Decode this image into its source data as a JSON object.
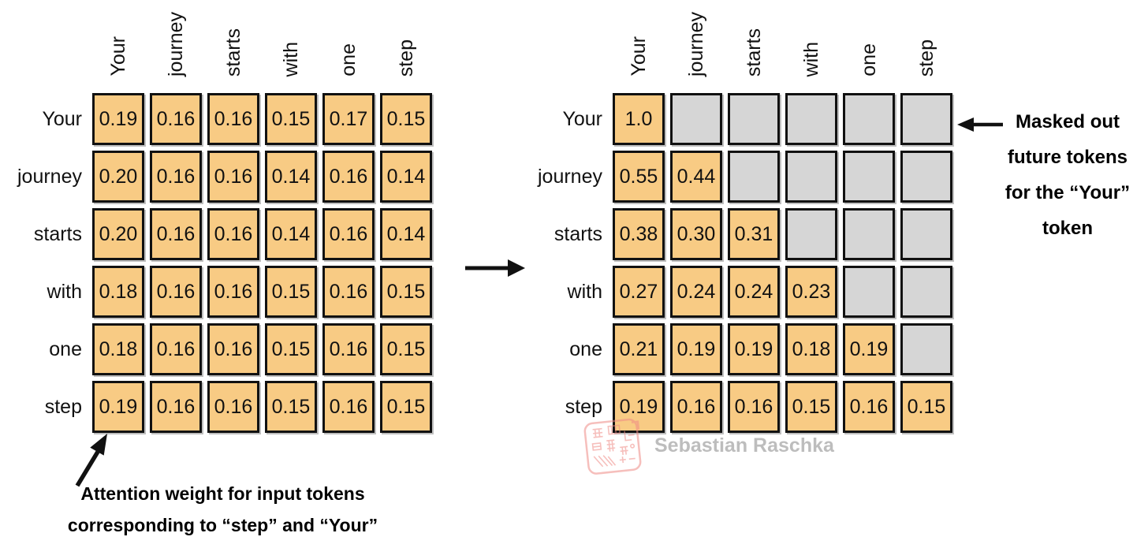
{
  "figure": {
    "tokens": [
      "Your",
      "journey",
      "starts",
      "with",
      "one",
      "step"
    ],
    "left_matrix": {
      "title": "attention-weights-unmasked",
      "rows": [
        [
          "0.19",
          "0.16",
          "0.16",
          "0.15",
          "0.17",
          "0.15"
        ],
        [
          "0.20",
          "0.16",
          "0.16",
          "0.14",
          "0.16",
          "0.14"
        ],
        [
          "0.20",
          "0.16",
          "0.16",
          "0.14",
          "0.16",
          "0.14"
        ],
        [
          "0.18",
          "0.16",
          "0.16",
          "0.15",
          "0.16",
          "0.15"
        ],
        [
          "0.18",
          "0.16",
          "0.16",
          "0.15",
          "0.16",
          "0.15"
        ],
        [
          "0.19",
          "0.16",
          "0.16",
          "0.15",
          "0.16",
          "0.15"
        ]
      ]
    },
    "right_matrix": {
      "title": "attention-weights-causal-masked",
      "rows": [
        [
          "1.0",
          null,
          null,
          null,
          null,
          null
        ],
        [
          "0.55",
          "0.44",
          null,
          null,
          null,
          null
        ],
        [
          "0.38",
          "0.30",
          "0.31",
          null,
          null,
          null
        ],
        [
          "0.27",
          "0.24",
          "0.24",
          "0.23",
          null,
          null
        ],
        [
          "0.21",
          "0.19",
          "0.19",
          "0.18",
          "0.19",
          null
        ],
        [
          "0.19",
          "0.16",
          "0.16",
          "0.15",
          "0.16",
          "0.15"
        ]
      ]
    },
    "annotations": {
      "left_caption": [
        "Attention weight for input tokens",
        "corresponding to “step” and “Your”"
      ],
      "right_caption": [
        "Masked out",
        "future tokens",
        "for the “Your”",
        "token"
      ]
    },
    "watermark": {
      "text": "Sebastian Raschka",
      "logo": "circuit-stamp-logo"
    },
    "colors": {
      "cell_fill": "#F8CB84",
      "masked_fill": "#D6D6D6",
      "cell_border": "#111111",
      "arrow": "#111111",
      "watermark_text": "#BDBDBD",
      "watermark_logo": "#EF8B86"
    }
  }
}
